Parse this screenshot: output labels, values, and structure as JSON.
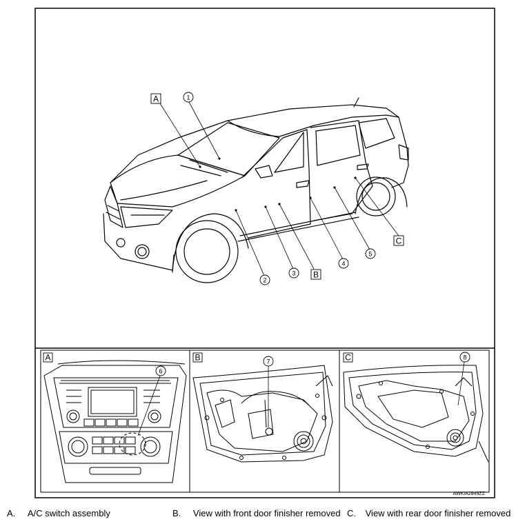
{
  "figure_code": "AWKIA2849ZZ",
  "callouts": {
    "n1": "1",
    "n2": "2",
    "n3": "3",
    "n4": "4",
    "n5": "5",
    "n6": "6",
    "n7": "7",
    "n8": "8",
    "A": "A",
    "B": "B",
    "C": "C"
  },
  "legend": [
    {
      "key": "A.",
      "text": "A/C switch assembly"
    },
    {
      "key": "B.",
      "text": "View with front door finisher removed"
    },
    {
      "key": "C.",
      "text": "View with rear door finisher removed"
    }
  ]
}
